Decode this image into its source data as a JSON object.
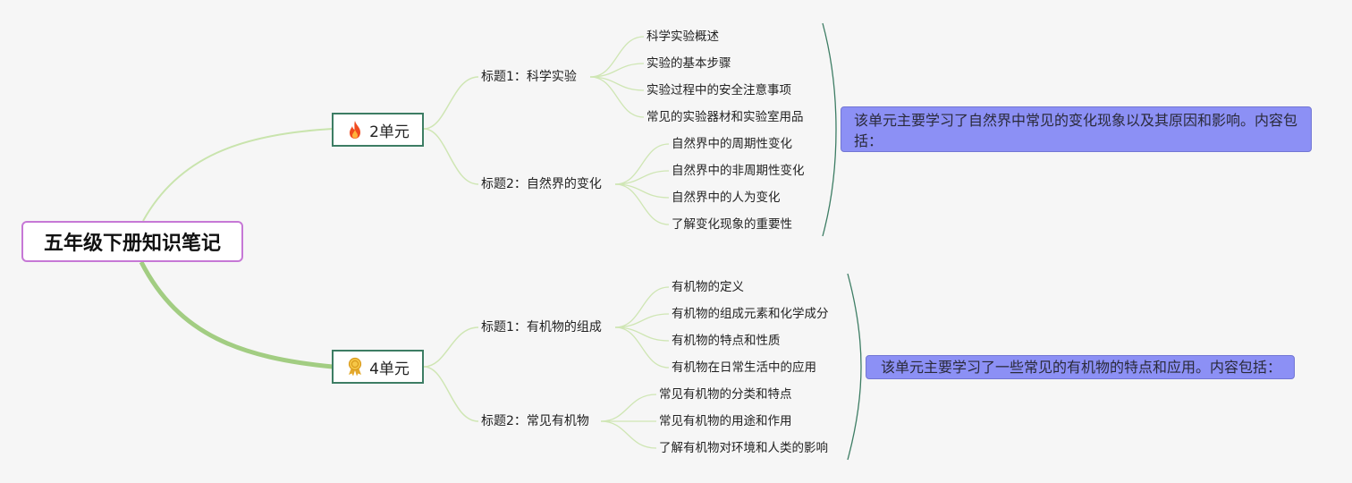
{
  "root": {
    "title": "五年级下册知识笔记"
  },
  "units": [
    {
      "label": "2单元",
      "icon": "flame-icon",
      "topics": [
        {
          "label": "标题1：科学实验",
          "items": [
            "科学实验概述",
            "实验的基本步骤",
            "实验过程中的安全注意事项",
            "常见的实验器材和实验室用品"
          ]
        },
        {
          "label": "标题2：自然界的变化",
          "items": [
            "自然界中的周期性变化",
            "自然界中的非周期性变化",
            "自然界中的人为变化",
            "了解变化现象的重要性"
          ]
        }
      ],
      "summary": "该单元主要学习了自然界中常见的变化现象以及其原因和影响。内容包括："
    },
    {
      "label": "4单元",
      "icon": "award-medal-icon",
      "topics": [
        {
          "label": "标题1：有机物的组成",
          "items": [
            "有机物的定义",
            "有机物的组成元素和化学成分",
            "有机物的特点和性质",
            "有机物在日常生活中的应用"
          ]
        },
        {
          "label": "标题2：常见有机物",
          "items": [
            "常见有机物的分类和特点",
            "常见有机物的用途和作用",
            "了解有机物对环境和人类的影响"
          ]
        }
      ],
      "summary": "该单元主要学习了一些常见的有机物的特点和应用。内容包括："
    }
  ],
  "colors": {
    "branch": "#a7d389",
    "thin_branch": "#cfe6b4",
    "bracket": "#3d7d64",
    "summary_bg": "#8c90f5",
    "root_border": "#c678d6"
  }
}
